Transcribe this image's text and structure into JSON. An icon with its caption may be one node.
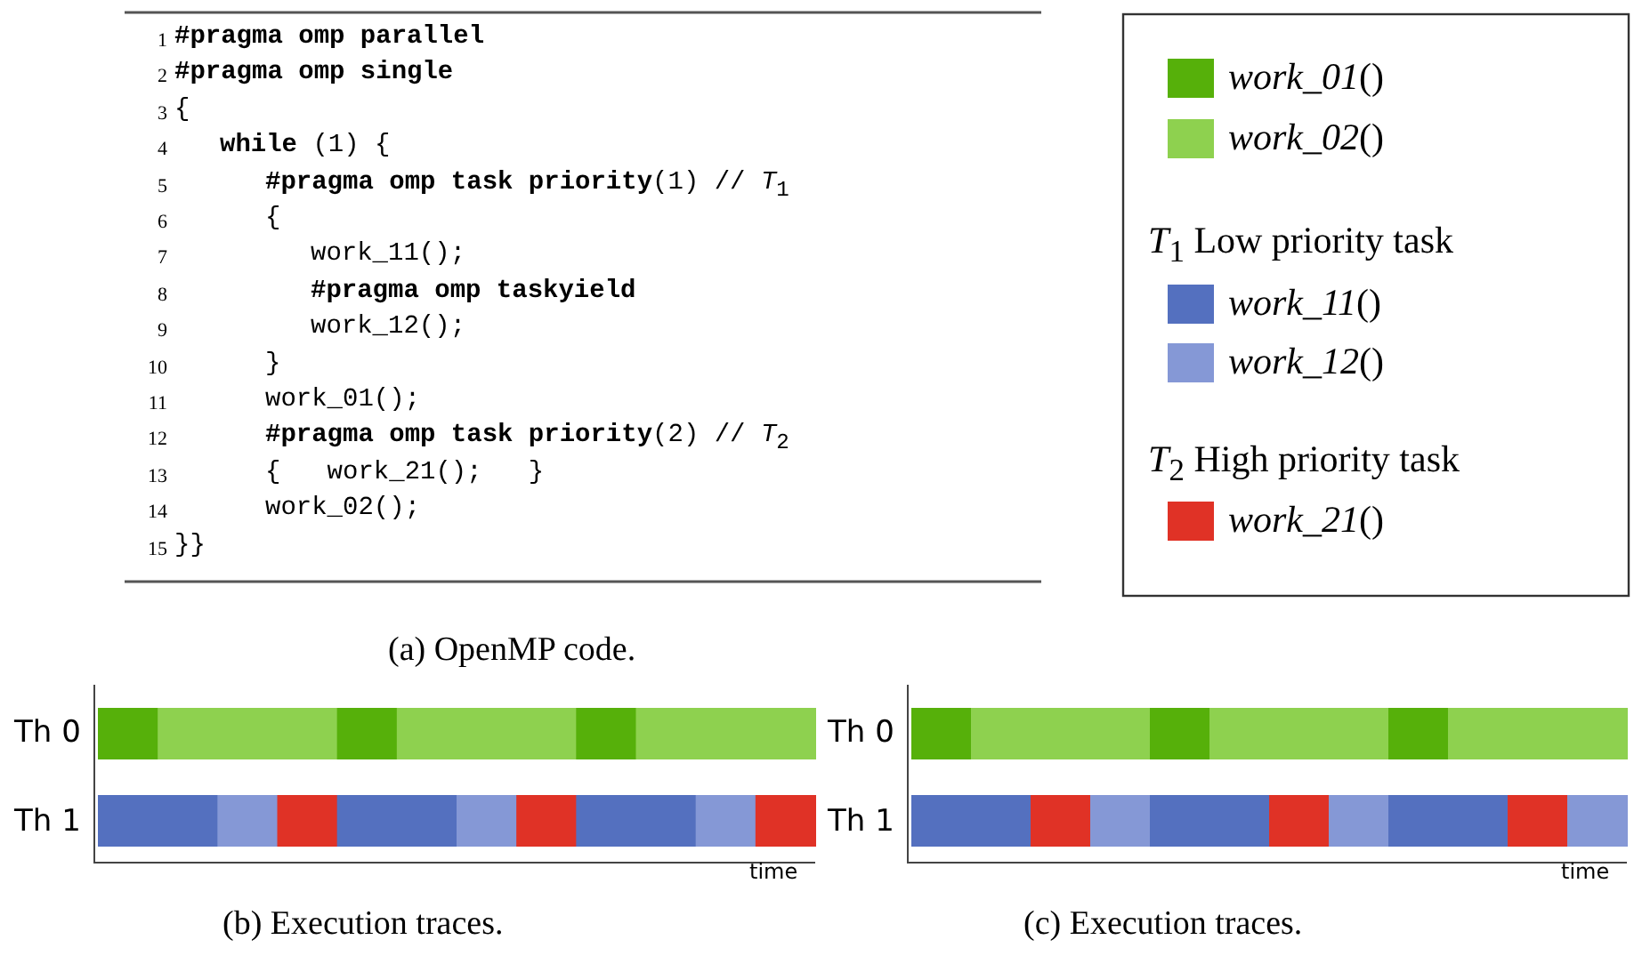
{
  "diagram": {
    "labels": [
      "1",
      "**#pragma omp parallel**",
      "2",
      "**#pragma omp single**",
      "3",
      "{",
      "4",
      "**while** (1) {",
      "5",
      "**#pragma omp task priority**(1) // *T*$_{1}$",
      "6",
      "{",
      "7",
      "work_11();",
      "8",
      "**#pragma omp taskyield**",
      "9",
      "work_12();",
      "10",
      "}",
      "11",
      "work_01();",
      "12",
      "**#pragma omp task priority**(2) // *T*$_{2}$",
      "13",
      "{   work_21();   }",
      "14",
      "work_02();",
      "15",
      "}}",
      "(a) OpenMP code.",
      "*T*$_{1}$ Low priority task",
      "*T*$_{2}$ High priority task",
      "Th 0",
      "Th 1",
      "time",
      "(b) Execution traces.",
      "Th 0",
      "Th 1",
      "time",
      "(c) Execution traces."
    ],
    "legend": [
      {
        "text": "*work_01*()",
        "color": "#56b00a"
      },
      {
        "text": "*work_02*()",
        "color": "#8ed14f"
      },
      {
        "text": "*work_11*()",
        "color": "#5470bf"
      },
      {
        "text": "*work_12*()",
        "color": "#8598d6"
      },
      {
        "text": "*work_21*()",
        "color": "#e03226"
      }
    ]
  }
}
